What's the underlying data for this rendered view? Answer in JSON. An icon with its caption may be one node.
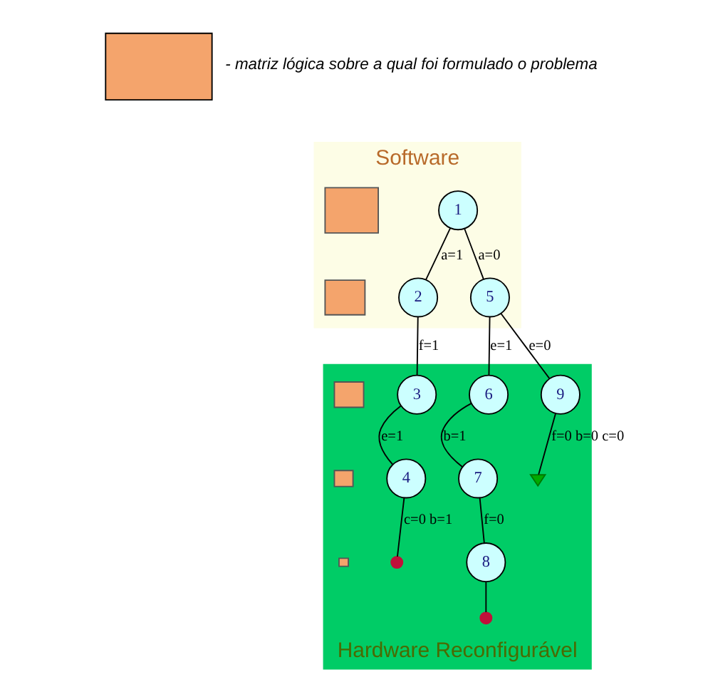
{
  "diagram": {
    "nodes": [
      {
        "text": [
          "Software"
        ]
      },
      {
        "text": [],
        "shape": "box",
        "in": 0
      },
      {
        "text": [
          "1"
        ],
        "in": 0
      },
      {
        "text": [],
        "shape": "box",
        "in": 0
      },
      {
        "text": [
          "2"
        ],
        "in": 0
      },
      {
        "text": [
          "5"
        ],
        "in": 0
      },
      {
        "text": [
          "Hardware Reconfigurável"
        ]
      },
      {
        "text": [],
        "shape": "box",
        "in": 6
      },
      {
        "text": [
          "3"
        ],
        "in": 6
      },
      {
        "text": [
          "6"
        ],
        "in": 6
      },
      {
        "text": [
          "9"
        ],
        "in": 6
      },
      {
        "text": [],
        "shape": "box",
        "in": 6
      },
      {
        "text": [
          "4"
        ],
        "in": 6
      },
      {
        "text": [
          "7"
        ],
        "in": 6
      },
      {
        "text": [],
        "shape": "check",
        "in": 6
      },
      {
        "text": [],
        "shape": "box",
        "in": 6
      },
      {
        "text": [
          "8"
        ],
        "in": 6
      },
      {
        "text": [],
        "shape": "cross",
        "in": 6
      },
      {
        "text": [],
        "shape": "cross",
        "in": 6
      }
    ],
    "edges": [
      {
        "from": 2,
        "to": 4,
        "arrow": "none",
        "label": "a=1"
      },
      {
        "from": 2,
        "to": 5,
        "arrow": "none",
        "label": "a=0"
      },
      {
        "from": 4,
        "to": 8,
        "arrow": "none",
        "label": "f=1"
      },
      {
        "from": 5,
        "to": 9,
        "arrow": "none",
        "label": "e=1"
      },
      {
        "from": 5,
        "to": 10,
        "arrow": "none",
        "label": "e=0"
      },
      {
        "from": 8,
        "to": 12,
        "arrow": "none",
        "label": "e=1"
      },
      {
        "from": 9,
        "to": 13,
        "arrow": "none",
        "label": "b=1"
      },
      {
        "from": 12,
        "to": 17,
        "arrow": "none",
        "label": "c=0 b=1"
      },
      {
        "from": 13,
        "to": 16,
        "arrow": "none",
        "label": "f=0"
      },
      {
        "from": 10,
        "to": 14,
        "arrow": "none",
        "label": "f=0 b=0 c=0"
      },
      {
        "from": 16,
        "to": 18,
        "arrow": "none"
      }
    ],
    "legend": [
      {
        "text": "- matriz lógica sobre a qual foi formulado o problema",
        "color": "#f4a46c"
      }
    ]
  }
}
